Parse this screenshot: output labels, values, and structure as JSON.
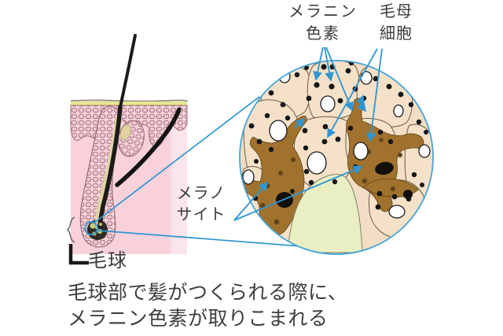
{
  "figure": {
    "labels": {
      "melanin_pigment": {
        "line1": "メラニン",
        "line2": "色素"
      },
      "hair_matrix_cells": {
        "line1": "毛母",
        "line2": "細胞"
      },
      "melanocyte": {
        "line1": "メラノ",
        "line2": "サイト"
      },
      "hair_bulb": "毛球"
    },
    "caption": {
      "line1": "毛球部で髪がつくられる際に、",
      "line2": "メラニン色素が取りこまれる"
    },
    "colors": {
      "arrow_blue": "#2e96d2",
      "circle_outline_blue": "#46a4d8",
      "cell_beige": "#f2dec4",
      "melanocyte_brown": "#a1722e",
      "papilla_green": "#e9efc3",
      "dermis_pink": "#f8d1db",
      "epidermis_cell_pink": "#f2c8d0",
      "surface_yellow": "#e7e78f",
      "hair_black": "#1d1b19",
      "text_gray": "#3b3b3b"
    }
  }
}
